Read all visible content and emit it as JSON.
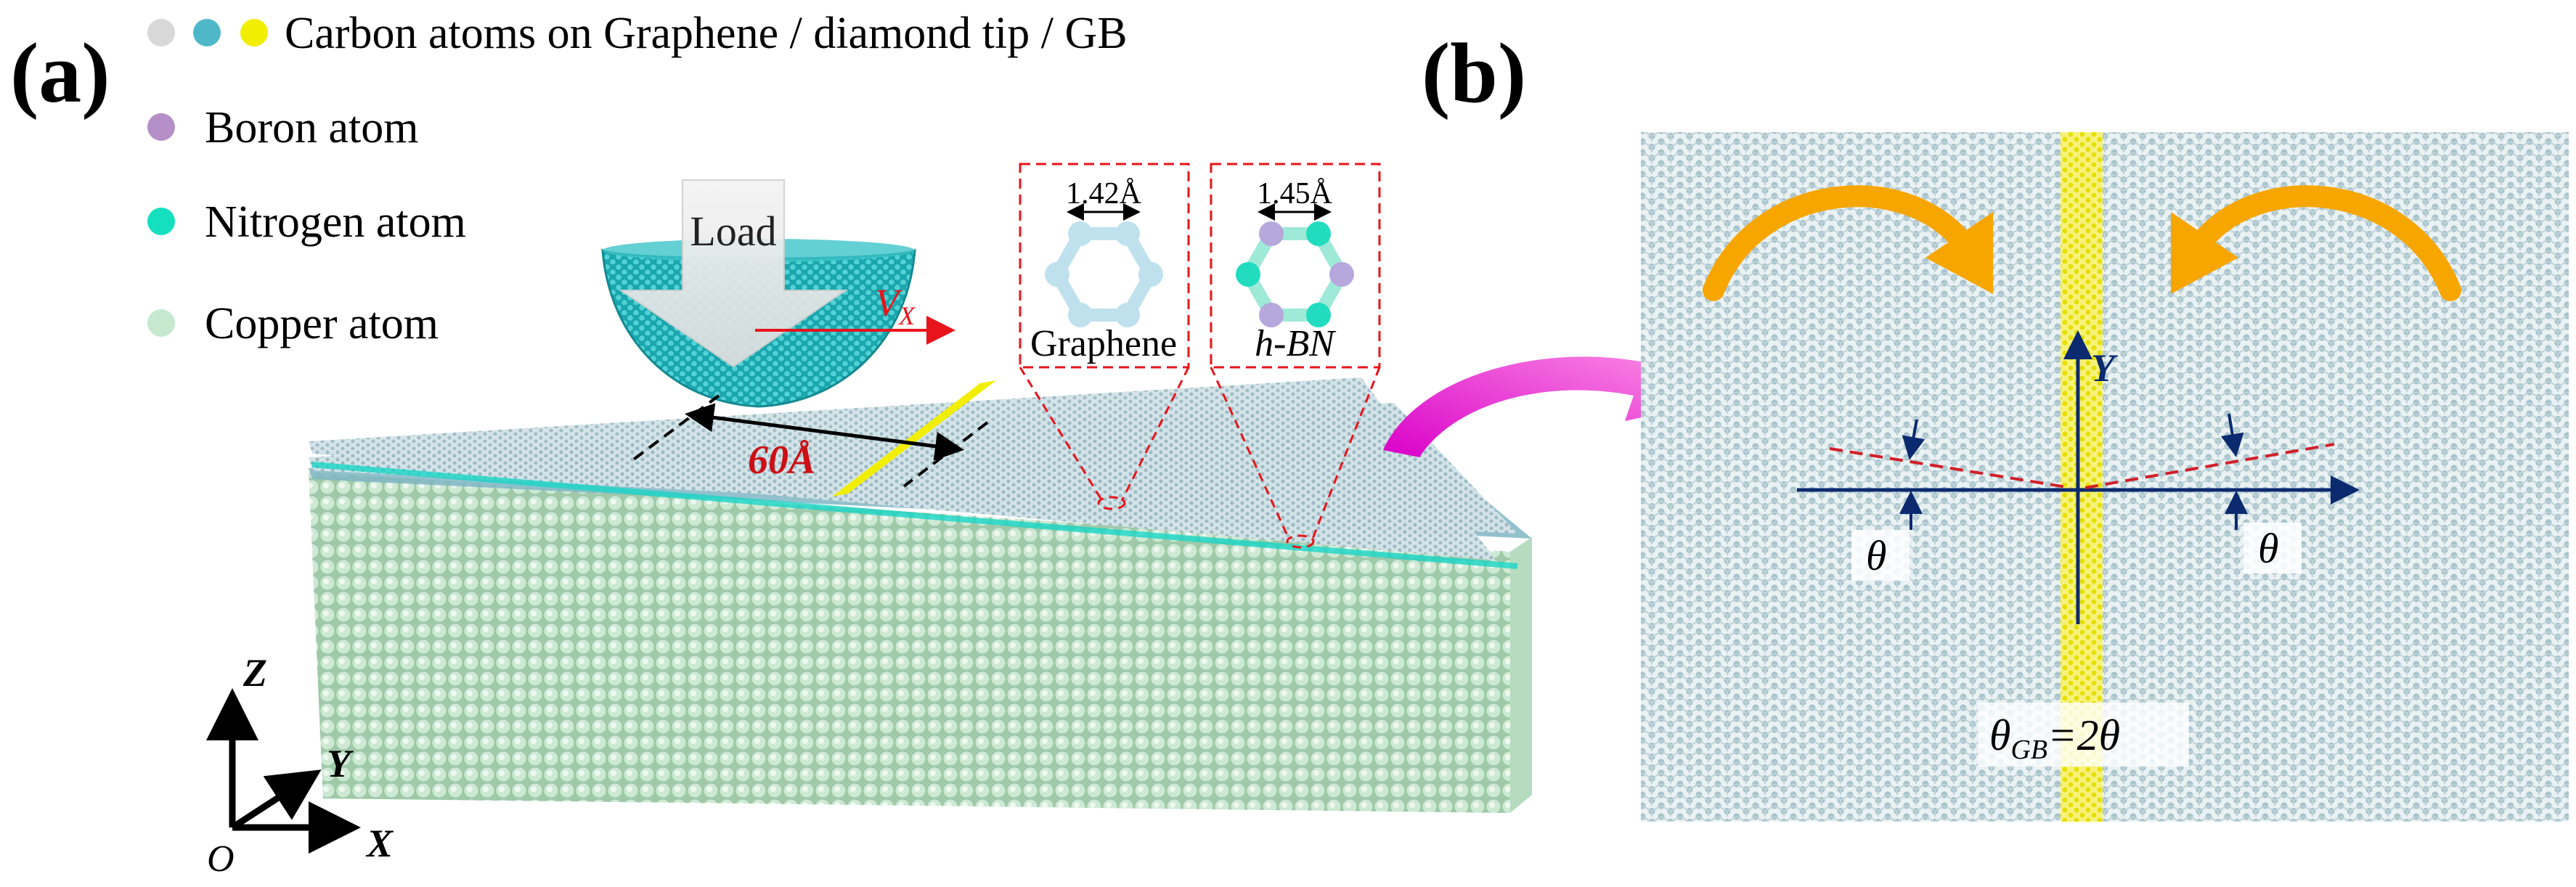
{
  "panel_a": {
    "label": "(a)",
    "legend": [
      {
        "text": "Carbon atoms on Graphene / diamond tip / GB",
        "colors": [
          "#d8d8d8",
          "#4fb8c8",
          "#f2ee00"
        ]
      },
      {
        "text": "Boron atom",
        "colors": [
          "#b58fc8"
        ]
      },
      {
        "text": "Nitrogen atom",
        "colors": [
          "#14e0c0"
        ]
      },
      {
        "text": "Copper atom",
        "colors": [
          "#c6e8cf"
        ]
      }
    ],
    "load_label": "Load",
    "velocity_label": "V",
    "velocity_sub": "X",
    "distance_label": "60Å",
    "inset_graphene": {
      "bond": "1.42Å",
      "label": "Graphene"
    },
    "inset_hbn": {
      "bond": "1.45Å",
      "label_prefix": "h-",
      "label_main": "BN"
    },
    "axes": {
      "z": "Z",
      "y": "Y",
      "x": "X",
      "origin": "O"
    }
  },
  "panel_b": {
    "label": "(b)",
    "y_label": "Y",
    "theta_left": "θ",
    "theta_right": "θ",
    "gb_theta": "θ",
    "gb_sub": "GB",
    "gb_eq": "=2θ"
  },
  "colors": {
    "graphene": "#a9c4cc",
    "gb_yellow": "#f2ee00",
    "tip_cyan": "#22b3b8",
    "red": "#e8141b",
    "navy": "#0b2a6f",
    "orange": "#f7a600",
    "magenta": "#e020c8",
    "copper": "#c8e6cf"
  }
}
